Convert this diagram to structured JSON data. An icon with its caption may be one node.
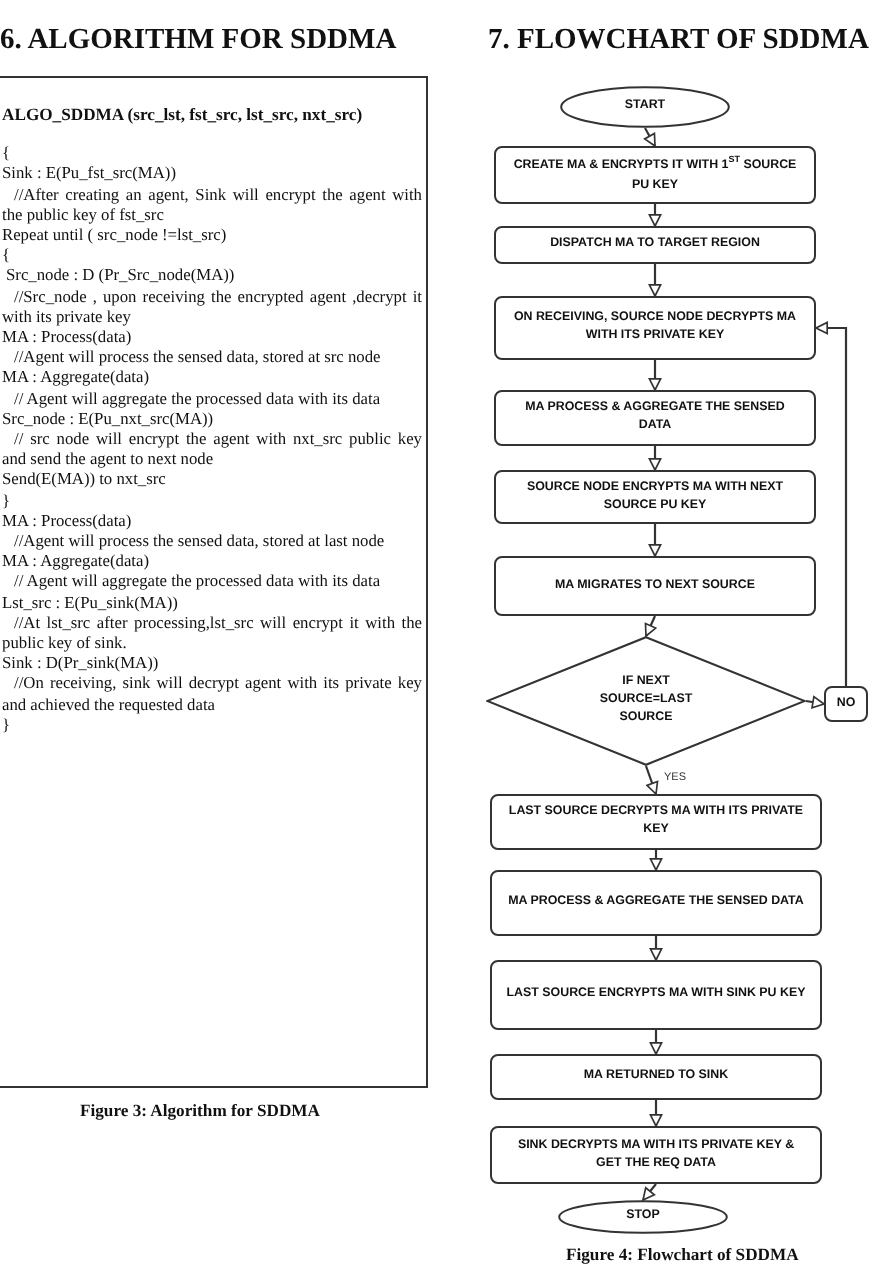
{
  "diagram": {
    "nodes": [
      {
        "text": [
          "START"
        ]
      },
      {
        "text": [
          "CREATE MA & ENCRYPTS IT WITH 1$^{ST}$ SOURCE PU KEY"
        ]
      },
      {
        "text": [
          "DISPATCH MA TO TARGET REGION"
        ]
      },
      {
        "text": [
          "ON RECEIVING, SOURCE NODE DECRYPTS MA WITH ITS PRIVATE KEY"
        ]
      },
      {
        "text": [
          "MA PROCESS & AGGREGATE THE SENSED DATA"
        ]
      },
      {
        "text": [
          "SOURCE NODE ENCRYPTS MA WITH NEXT SOURCE PU KEY"
        ]
      },
      {
        "text": [
          "MA MIGRATES TO NEXT SOURCE"
        ]
      },
      {
        "text": [
          "IF NEXT SOURCE=LAST SOURCE"
        ]
      },
      {
        "text": [
          "NO"
        ]
      },
      {
        "text": [
          "LAST SOURCE DECRYPTS MA WITH ITS PRIVATE KEY"
        ]
      },
      {
        "text": [
          "MA PROCESS & AGGREGATE THE SENSED DATA"
        ]
      },
      {
        "text": [
          "LAST SOURCE ENCRYPTS MA WITH SINK PU KEY"
        ]
      },
      {
        "text": [
          "MA RETURNED TO SINK"
        ]
      },
      {
        "text": [
          "SINK DECRYPTS MA WITH ITS PRIVATE KEY & GET THE REQ DATA"
        ]
      },
      {
        "text": [
          "STOP"
        ]
      }
    ],
    "edges": [
      {
        "from": 0,
        "to": 1,
        "arrow": "to"
      },
      {
        "from": 1,
        "to": 2,
        "arrow": "to"
      },
      {
        "from": 2,
        "to": 3,
        "arrow": "to"
      },
      {
        "from": 3,
        "to": 4,
        "arrow": "to"
      },
      {
        "from": 4,
        "to": 5,
        "arrow": "to"
      },
      {
        "from": 5,
        "to": 6,
        "arrow": "to"
      },
      {
        "from": 6,
        "to": 7,
        "arrow": "to"
      },
      {
        "from": 7,
        "to": 8,
        "arrow": "to"
      },
      {
        "from": 8,
        "to": 3,
        "arrow": "to"
      },
      {
        "from": 7,
        "to": 9,
        "label": "YES",
        "arrow": "to"
      },
      {
        "from": 9,
        "to": 10,
        "arrow": "to"
      },
      {
        "from": 10,
        "to": 11,
        "arrow": "to"
      },
      {
        "from": 11,
        "to": 12,
        "arrow": "to"
      },
      {
        "from": 12,
        "to": 13,
        "arrow": "to"
      },
      {
        "from": 13,
        "to": 14,
        "arrow": "to"
      }
    ],
    "labels": [
      "6. ALGORITHM FOR SDDMA",
      "7. FLOWCHART OF SDDMA",
      "ALGO_SDDMA (src_lst, fst_src, lst_src, nxt_src)",
      "{",
      "Sink : E(Pu_fst_src(MA))",
      "//After creating an agent, Sink will encrypt the agent with the public key of fst_src",
      "Repeat until ( src_node !=lst_src)",
      "{",
      "Src_node : D (Pr_Src_node(MA))",
      "//Src_node , upon receiving the encrypted agent ,decrypt it with its private key",
      "MA : Process(data)",
      "//Agent will process the sensed data, stored at src node",
      "MA : Aggregate(data)",
      "// Agent will aggregate the processed data with its data",
      "Src_node : E(Pu_nxt_src(MA))",
      "// src node will encrypt the agent with nxt_src public key and send the agent to next node",
      "Send(E(MA)) to nxt_src",
      "}",
      "MA : Process(data)",
      "//Agent will process the sensed data, stored at last node",
      "MA : Aggregate(data)",
      "// Agent will aggregate the processed data with its data",
      "Lst_src : E(Pu_sink(MA))",
      "//At lst_src after processing,lst_src will encrypt it with the public key of sink.",
      "Sink : D(Pr_sink(MA))",
      "//On receiving, sink will decrypt agent with its private key and achieved the requested data",
      "}",
      "Figure 3: Algorithm for SDDMA",
      "Figure 4: Flowchart of SDDMA"
    ]
  }
}
